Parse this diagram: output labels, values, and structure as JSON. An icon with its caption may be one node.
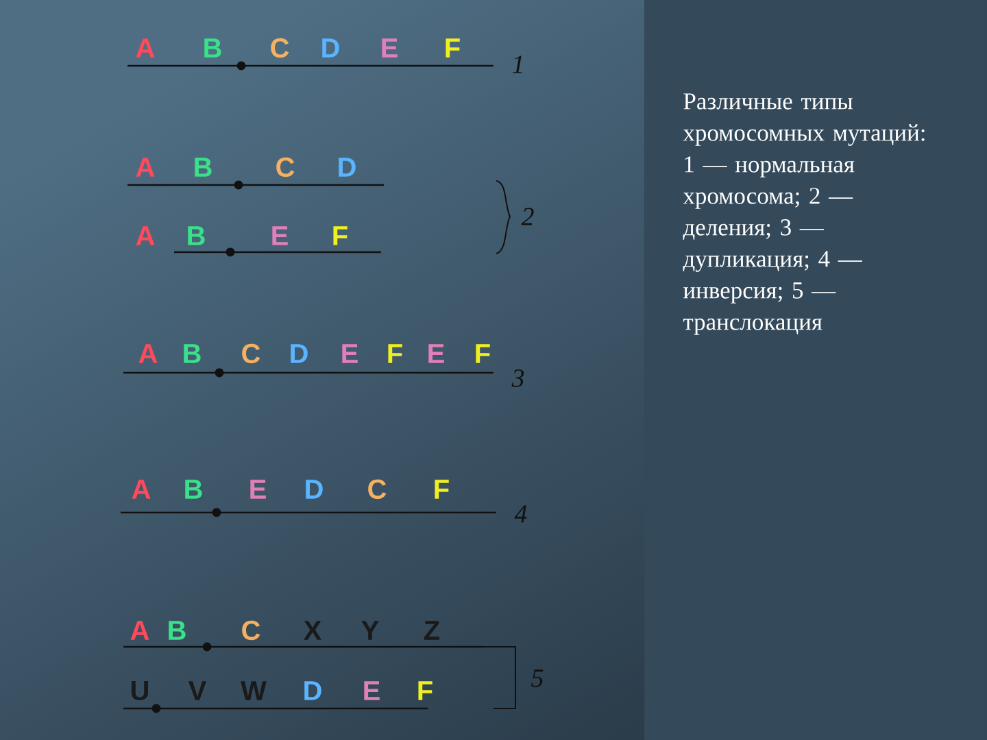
{
  "diagram": {
    "caption": "Различные типы хромосомных мутаций: 1 — нормальная хромосома; 2 — деления; 3 — дупликация; 4 — инверсия; 5 — транслокация",
    "labels": [
      "A",
      "B",
      "C",
      "D",
      "E",
      "F",
      "1",
      "A",
      "B",
      "C",
      "D",
      "A",
      "B",
      "E",
      "F",
      "2",
      "A",
      "B",
      "C",
      "D",
      "E",
      "F",
      "E",
      "F",
      "3",
      "A",
      "B",
      "E",
      "D",
      "C",
      "F",
      "4",
      "A",
      "B",
      "C",
      "X",
      "Y",
      "Z",
      "U",
      "V",
      "W",
      "D",
      "E",
      "F",
      "5"
    ]
  }
}
